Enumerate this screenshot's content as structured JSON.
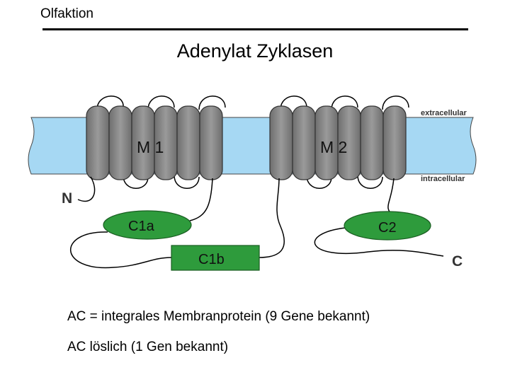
{
  "header": {
    "section_label": "Olfaktion"
  },
  "title": "Adenylat Zyklasen",
  "diagram": {
    "labels": {
      "extracellular": "extracellular",
      "intracellular": "intracellular",
      "m1": "M 1",
      "m2": "M 2",
      "n_terminus": "N",
      "c_terminus": "C",
      "c1a": "C1a",
      "c1b": "C1b",
      "c2": "C2"
    },
    "colors": {
      "membrane": "#a6d8f3",
      "helix": "#8a8a8a",
      "domain": "#2e9b3c",
      "loop": "#000000"
    }
  },
  "captions": [
    "AC = integrales Membranprotein (9 Gene bekannt)",
    "AC löslich (1 Gen bekannt)"
  ]
}
